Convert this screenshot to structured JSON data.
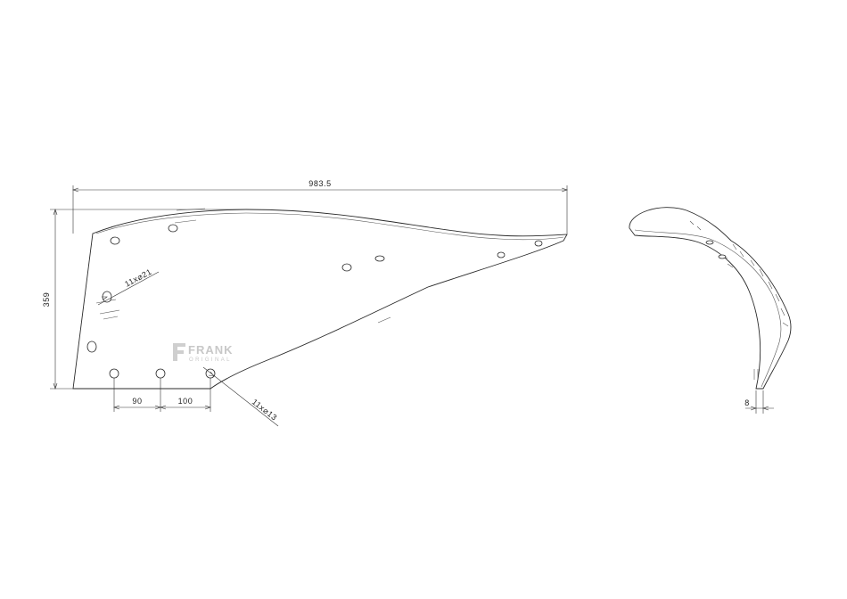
{
  "dimensions": {
    "overall_length": "983.5",
    "height": "359",
    "hole_spacing_1": "90",
    "hole_spacing_2": "100",
    "thickness": "8"
  },
  "callouts": {
    "large_holes": "11x⌀21",
    "small_holes": "11x⌀13"
  },
  "watermark": {
    "brand": "FRANK",
    "subtitle": "ORIGINAL"
  }
}
